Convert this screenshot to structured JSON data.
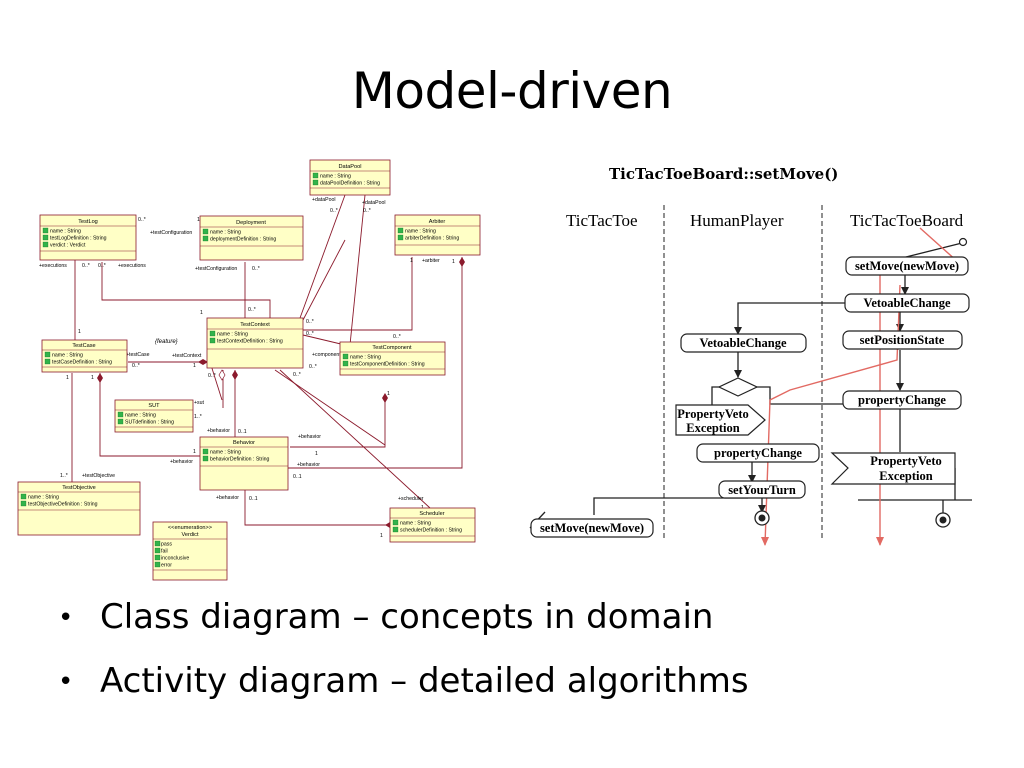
{
  "slide": {
    "title": "Model-driven",
    "bullets": [
      "Class diagram – concepts in domain",
      "Activity diagram – detailed algorithms"
    ],
    "bullet_glyph": "•"
  },
  "class_diagram": {
    "classes": {
      "datapool": {
        "name": "DataPool",
        "attrs": [
          "name : String",
          "dataPoolDefinition : String"
        ]
      },
      "testlog": {
        "name": "TestLog",
        "attrs": [
          "name : String",
          "testLogDefinition : String",
          "verdict : Verdict"
        ]
      },
      "deployment": {
        "name": "Deployment",
        "attrs": [
          "name : String",
          "deploymentDefinition : String"
        ]
      },
      "arbiter": {
        "name": "Arbiter",
        "attrs": [
          "name : String",
          "arbiterDefinition : String"
        ]
      },
      "testcontext": {
        "name": "TestContext",
        "attrs": [
          "name : String",
          "testContextDefinition : String"
        ]
      },
      "testcase": {
        "name": "TestCase",
        "attrs": [
          "name : String",
          "testCaseDefinition : String"
        ]
      },
      "testcomponent": {
        "name": "TestComponent",
        "attrs": [
          "name : String",
          "testComponentDefinition : String"
        ]
      },
      "sut": {
        "name": "SUT",
        "attrs": [
          "name : String",
          "SUTdefinition : String"
        ]
      },
      "behavior": {
        "name": "Behavior",
        "attrs": [
          "name : String",
          "behaviorDefinition : String"
        ]
      },
      "testobjective": {
        "name": "TestObjective",
        "attrs": [
          "name : String",
          "testObjectiveDefinition : String"
        ]
      },
      "verdict": {
        "stereotype": "<<enumeration>>",
        "name": "Verdict",
        "attrs": [
          "pass",
          "fail",
          "inconclusive",
          "error"
        ]
      },
      "scheduler": {
        "name": "Scheduler",
        "attrs": [
          "name : String",
          "schedulerDefinition : String"
        ]
      }
    },
    "roles": {
      "datapool_a": "+dataPool",
      "datapool_b": "+dataPool",
      "zero_many": "0..*",
      "zero_one": "0..1",
      "one": "1",
      "one_many": "1..*",
      "test_configuration": "+testConfiguration",
      "executions": "+executions",
      "arbiter": "+arbiter",
      "feature": "{feature}",
      "test_case": "+testCase",
      "test_context": "+testContext",
      "component": "+component",
      "sut": "+sut",
      "behavior": "+behavior",
      "test_objective": "+testObjective",
      "scheduler": "+scheduler"
    }
  },
  "activity_diagram": {
    "title": "TicTacToeBoard::setMove()",
    "lanes": [
      "TicTacToe",
      "HumanPlayer",
      "TicTacToeBoard"
    ],
    "nodes": {
      "setmove_top": "setMove(newMove)",
      "vetoable_right": "VetoableChange",
      "vetoable_mid": "VetoableChange",
      "setpositionstate": "setPositionState",
      "propertychange_right": "propertyChange",
      "propertyveto_left_1": "PropertyVeto",
      "propertyveto_left_2": "Exception",
      "propertychange_mid": "propertyChange",
      "propertyveto_right_1": "PropertyVeto",
      "propertyveto_right_2": "Exception",
      "setyourturn": "setYourTurn",
      "setmove_bottom": "setMove(newMove)"
    },
    "colors": {
      "trace": "#e26a63",
      "class_fill": "#ffffc6",
      "class_border": "#8b1a2c"
    }
  }
}
